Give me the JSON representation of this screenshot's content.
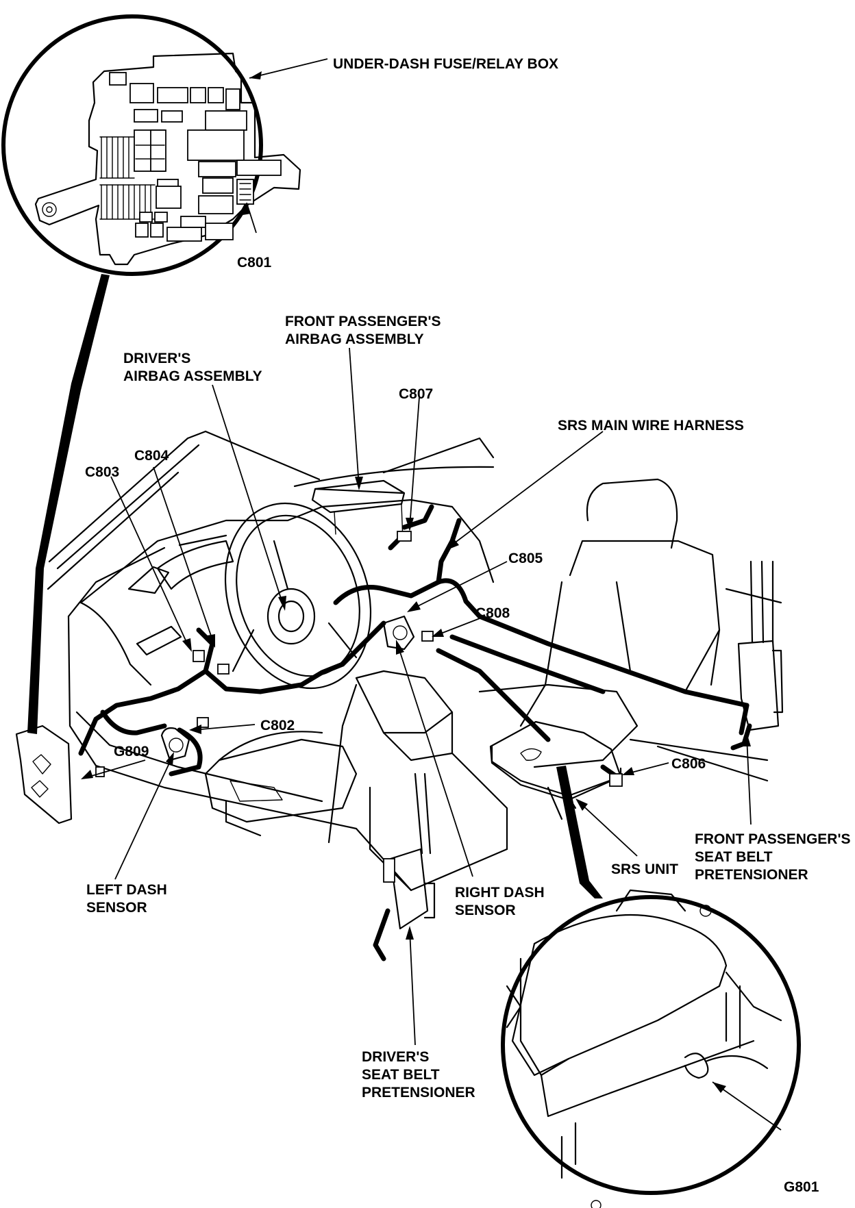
{
  "labels": {
    "under_dash_fuse_relay_box": "UNDER-DASH FUSE/RELAY BOX",
    "c801": "C801",
    "front_passengers_airbag_line1": "FRONT PASSENGER'S",
    "front_passengers_airbag_line2": "AIRBAG ASSEMBLY",
    "drivers_airbag_line1": "DRIVER'S",
    "drivers_airbag_line2": "AIRBAG ASSEMBLY",
    "c807": "C807",
    "srs_main_wire_harness": "SRS MAIN WIRE HARNESS",
    "c804": "C804",
    "c803": "C803",
    "c805": "C805",
    "c808": "C808",
    "c802": "C802",
    "g809": "G809",
    "c806": "C806",
    "front_passenger_pretensioner_line1": "FRONT PASSENGER'S",
    "front_passenger_pretensioner_line2": "SEAT BELT",
    "front_passenger_pretensioner_line3": "PRETENSIONER",
    "srs_unit": "SRS UNIT",
    "left_dash_sensor_line1": "LEFT DASH",
    "left_dash_sensor_line2": "SENSOR",
    "right_dash_sensor_line1": "RIGHT DASH",
    "right_dash_sensor_line2": "SENSOR",
    "drivers_pretensioner_line1": "DRIVER'S",
    "drivers_pretensioner_line2": "SEAT BELT",
    "drivers_pretensioner_line3": "PRETENSIONER",
    "g801": "G801"
  }
}
